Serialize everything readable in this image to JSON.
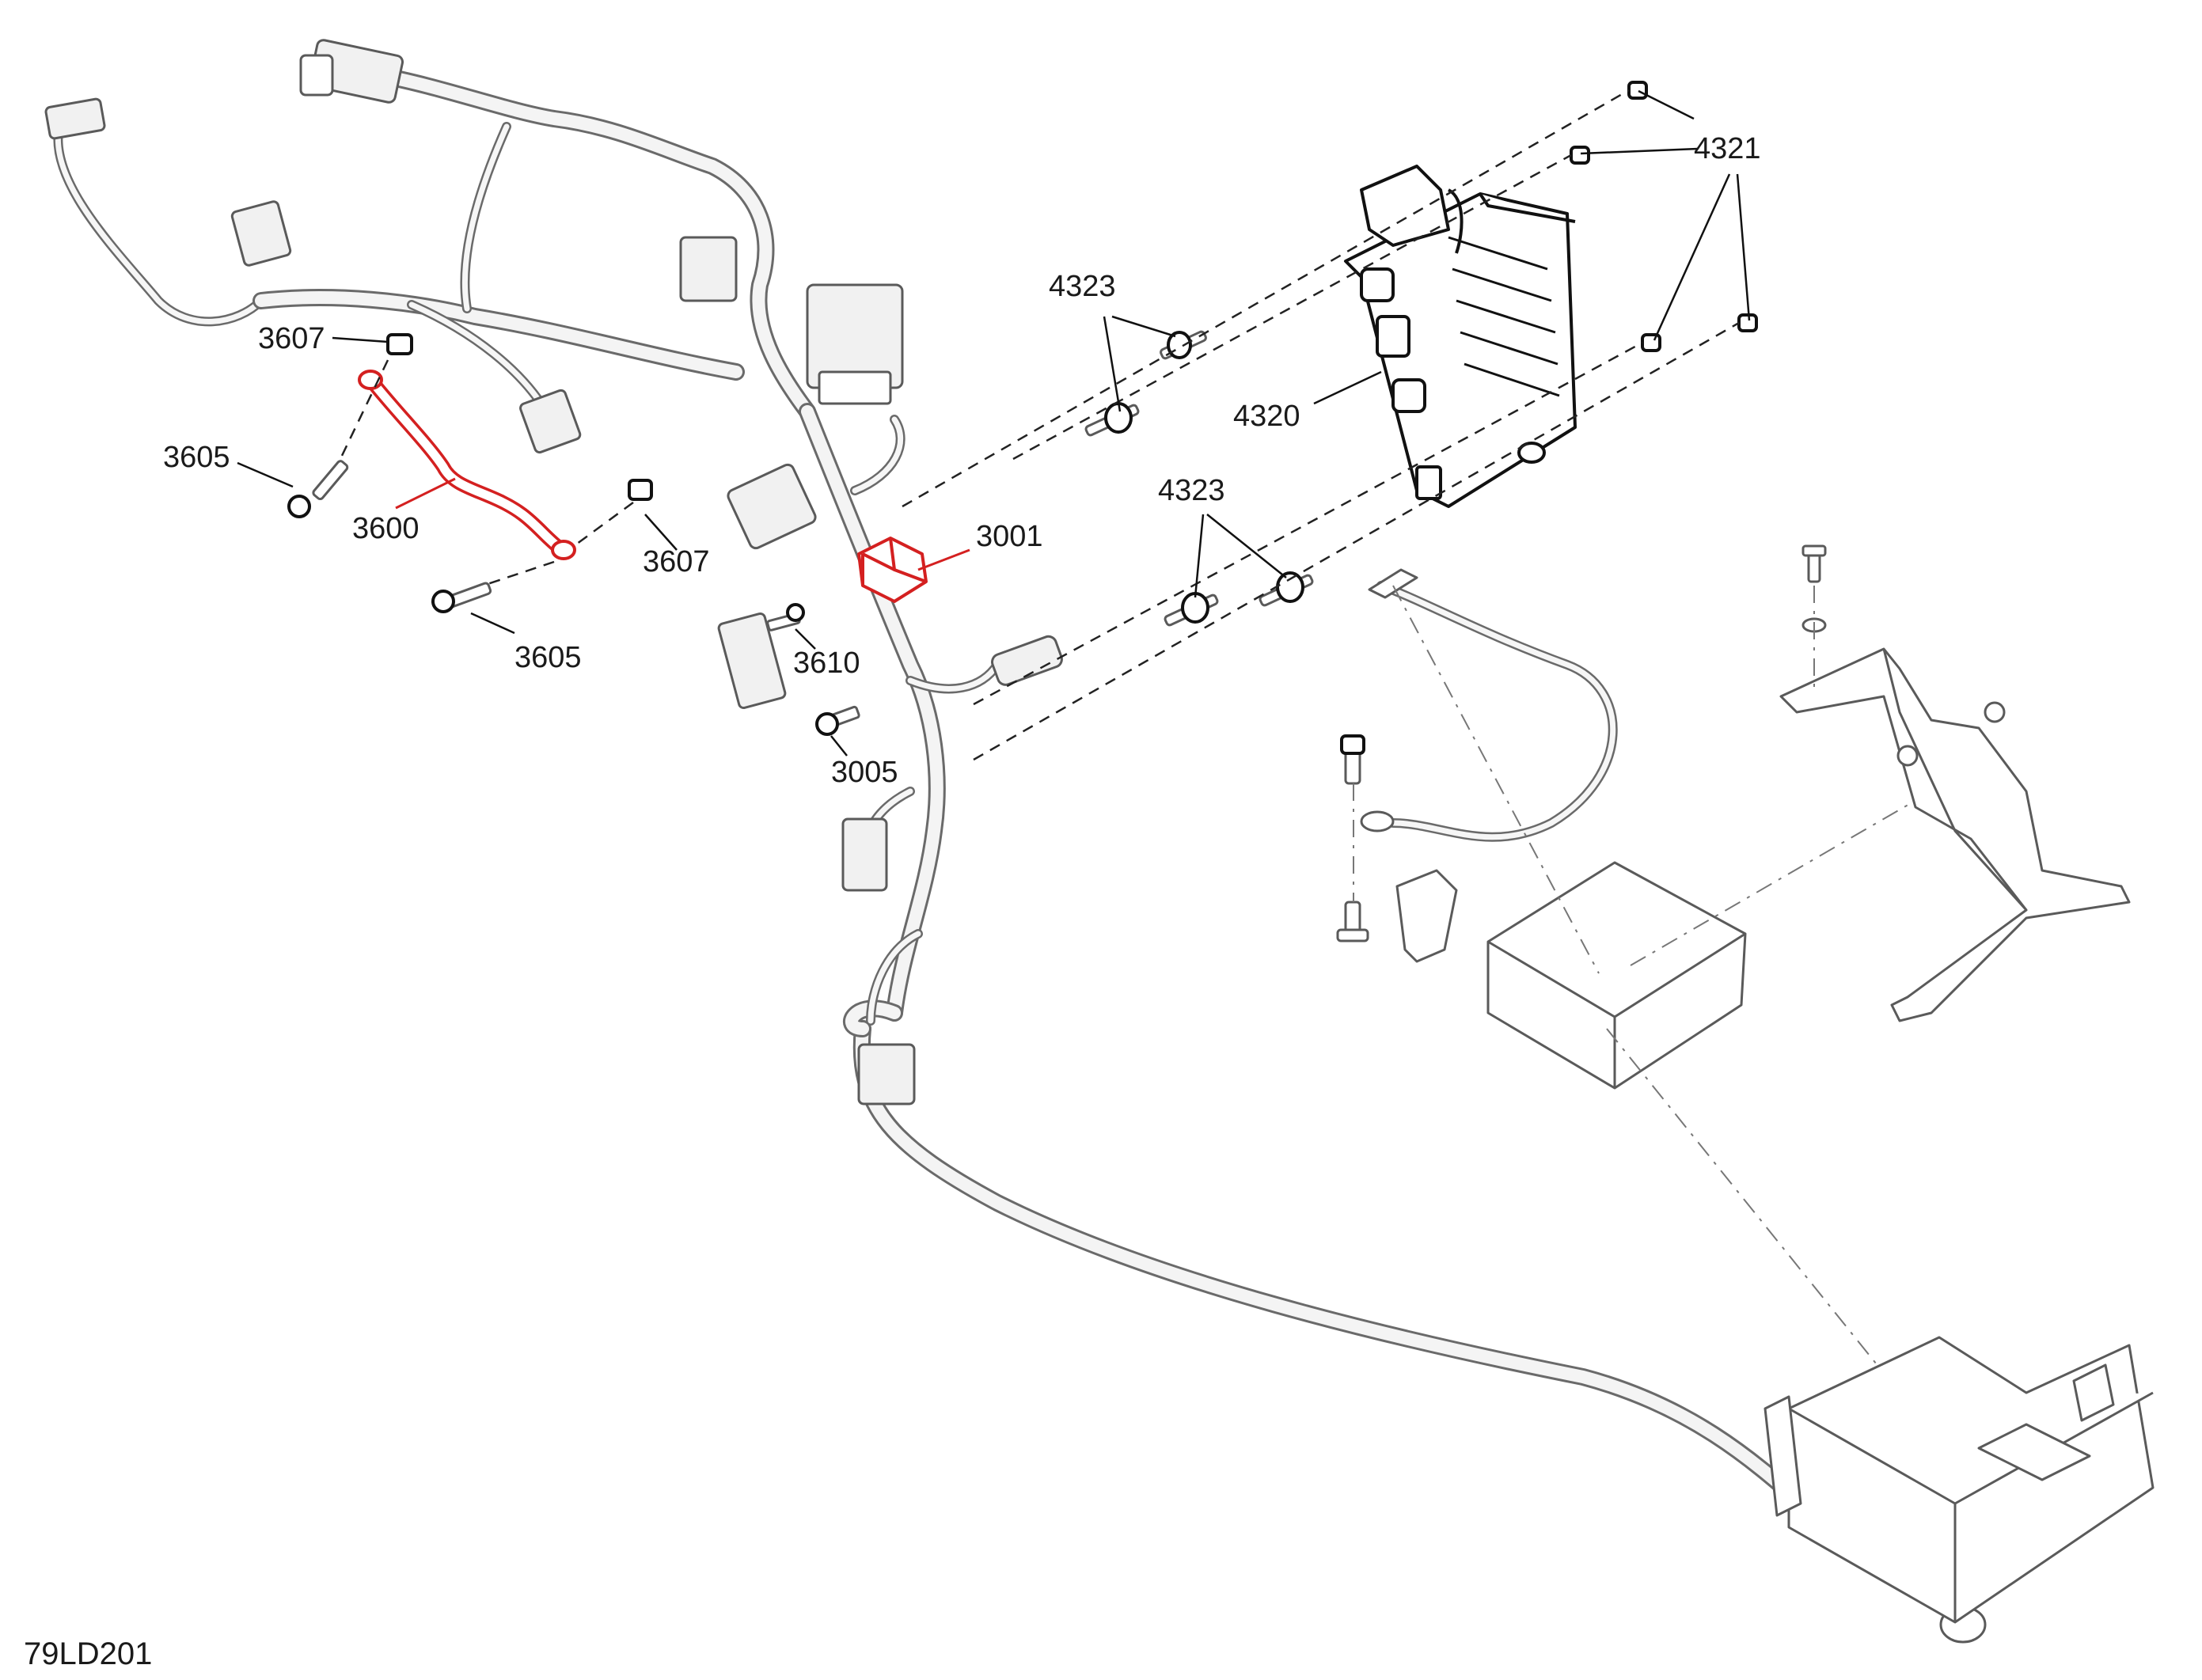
{
  "figure_code": "79LD201",
  "highlight_color": "#d42020",
  "callouts": [
    {
      "id": "c-3607-a",
      "text": "3607"
    },
    {
      "id": "c-3605-a",
      "text": "3605"
    },
    {
      "id": "c-3600",
      "text": "3600",
      "highlighted": true
    },
    {
      "id": "c-3607-b",
      "text": "3607"
    },
    {
      "id": "c-3605-b",
      "text": "3605"
    },
    {
      "id": "c-3610",
      "text": "3610"
    },
    {
      "id": "c-3005",
      "text": "3005"
    },
    {
      "id": "c-3001",
      "text": "3001",
      "highlighted": true
    },
    {
      "id": "c-4323-a",
      "text": "4323"
    },
    {
      "id": "c-4323-b",
      "text": "4323"
    },
    {
      "id": "c-4320",
      "text": "4320"
    },
    {
      "id": "c-4321",
      "text": "4321"
    }
  ]
}
